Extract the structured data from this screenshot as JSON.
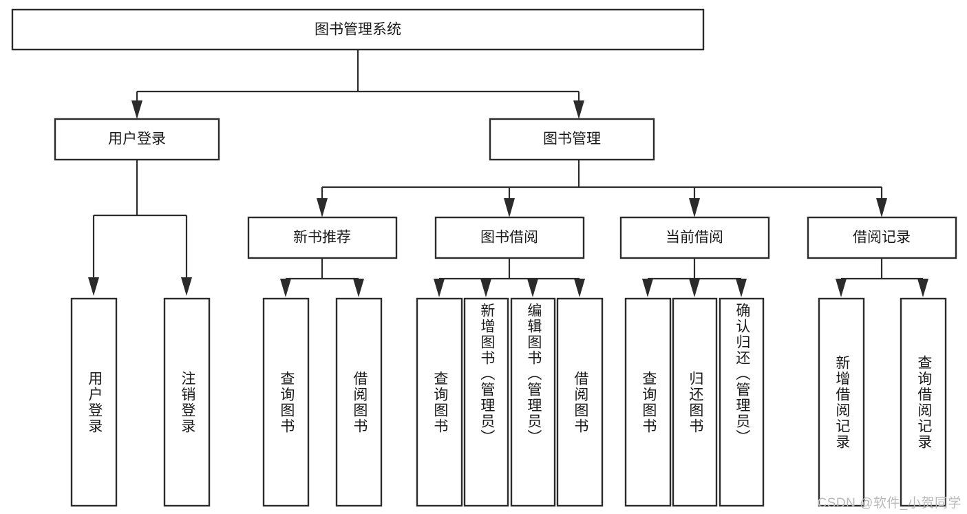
{
  "diagram": {
    "type": "tree-hierarchy-chart",
    "title": "图书管理系统",
    "colors": {
      "box_stroke": "#2b2b2b",
      "box_fill": "#ffffff",
      "edge": "#2b2b2b",
      "text": "#1a1a1a",
      "watermark": "#b9b9b9",
      "background": "#ffffff"
    },
    "root": {
      "id": "root",
      "label": "图书管理系统",
      "orientation": "horizontal"
    },
    "level2": [
      {
        "id": "user-login",
        "label": "用户登录",
        "orientation": "horizontal"
      },
      {
        "id": "book-management",
        "label": "图书管理",
        "orientation": "horizontal"
      }
    ],
    "level3": [
      {
        "id": "new-book-recommend",
        "label": "新书推荐",
        "orientation": "horizontal",
        "parent": "book-management"
      },
      {
        "id": "book-borrow",
        "label": "图书借阅",
        "orientation": "horizontal",
        "parent": "book-management"
      },
      {
        "id": "current-borrow",
        "label": "当前借阅",
        "orientation": "horizontal",
        "parent": "book-management"
      },
      {
        "id": "borrow-record",
        "label": "借阅记录",
        "orientation": "horizontal",
        "parent": "book-management"
      }
    ],
    "leaves": [
      {
        "id": "leaf-user-login",
        "label": "用户登录",
        "parent": "user-login",
        "orientation": "vertical"
      },
      {
        "id": "leaf-user-logout",
        "label": "注销登录",
        "parent": "user-login",
        "orientation": "vertical"
      },
      {
        "id": "leaf-query-book-1",
        "label": "查询图书",
        "parent": "new-book-recommend",
        "orientation": "vertical"
      },
      {
        "id": "leaf-borrow-book-1",
        "label": "借阅图书",
        "parent": "new-book-recommend",
        "orientation": "vertical"
      },
      {
        "id": "leaf-query-book-2",
        "label": "查询图书",
        "parent": "book-borrow",
        "orientation": "vertical"
      },
      {
        "id": "leaf-add-book",
        "label": "新增图书（管理员）",
        "parent": "book-borrow",
        "orientation": "vertical"
      },
      {
        "id": "leaf-edit-book",
        "label": "编辑图书（管理员）",
        "parent": "book-borrow",
        "orientation": "vertical"
      },
      {
        "id": "leaf-borrow-book-2",
        "label": "借阅图书",
        "parent": "book-borrow",
        "orientation": "vertical"
      },
      {
        "id": "leaf-query-book-3",
        "label": "查询图书",
        "parent": "current-borrow",
        "orientation": "vertical"
      },
      {
        "id": "leaf-return-book",
        "label": "归还图书",
        "parent": "current-borrow",
        "orientation": "vertical"
      },
      {
        "id": "leaf-confirm-return",
        "label": "确认归还（管理员）",
        "parent": "current-borrow",
        "orientation": "vertical"
      },
      {
        "id": "leaf-add-record",
        "label": "新增借阅记录",
        "parent": "borrow-record",
        "orientation": "vertical"
      },
      {
        "id": "leaf-query-record",
        "label": "查询借阅记录",
        "parent": "borrow-record",
        "orientation": "vertical"
      }
    ]
  },
  "watermark": {
    "text": "CSDN @软件_小贺同学"
  }
}
